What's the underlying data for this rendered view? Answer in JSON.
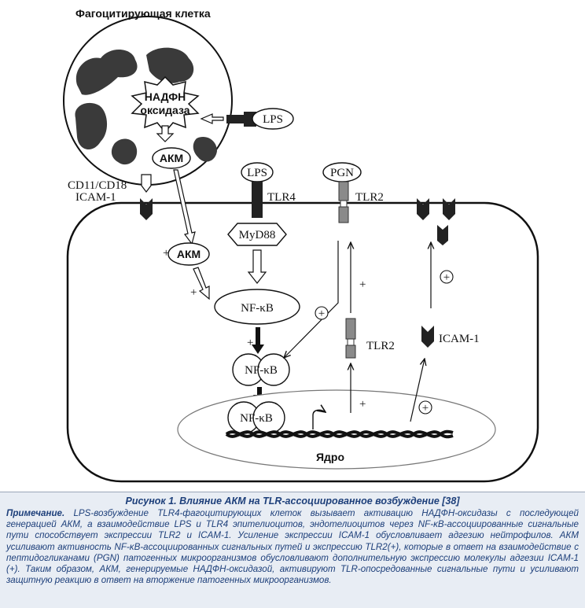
{
  "figure": {
    "phagocyte_title": "Фагоцитирующая клетка",
    "nadph_line1": "НАДФН",
    "nadph_line2": "оксидаза",
    "lps_phagocyte": "LPS",
    "akm_phagocyte": "АКМ",
    "cd11": "CD11/CD18",
    "icam_membrane": "ICAM-1",
    "lps_receptor": "LPS",
    "tlr4": "TLR4",
    "pgn": "PGN",
    "tlr2_membrane": "TLR2",
    "myd88": "MyD88",
    "akm_cell": "АКМ",
    "plus_akm": "+",
    "plus_akm_arrow": "+",
    "nfkb_1": "NF-κB",
    "plus_nfkb": "+",
    "nfkb_2": "NF-κB",
    "nfkb_3": "NF-κB",
    "plus_circle_left": "+",
    "plus_tlr2_up": "+",
    "plus_tlr2_lower": "+",
    "tlr2_cyto": "TLR2",
    "icam_cyto": "ICAM-1",
    "plus_circle_right_top": "+",
    "plus_circle_right_bottom": "+",
    "nucleus": "Ядро"
  },
  "caption": {
    "title": "Рисунок 1. Влияние АКМ на TLR-ассоциированное возбуждение [38]",
    "note_label": "Примечание.",
    "note_text": " LPS-возбуждение TLR4-фагоцитирующих клеток вызывает активацию НАДФН-оксидазы с последующей генерацией АКМ, а взаимодействие LPS и TLR4 эпителиоцитов, эндотелиоцитов через NF-κB-ассоциированные сигнальные пути способствует экспрессии TLR2 и ICAM-1. Усиление экспрессии ICAM-1 обусловливает адгезию нейтрофилов. АКМ усиливают активность NF-κB-ассоциированных сигнальных путей и экспрессию TLR2(+), которые в ответ на взаимодействие с пептидогликанами (PGN) патогенных микроорганизмов обусловливают дополнительную экспрессию молекулы адгезии ICAM-1 (+). Таким образом, АКМ, генерируемые НАДФН-оксидазой, активируют TLR-опосредованные сигнальные пути и усиливают защитную реакцию в ответ на вторжение патогенных микроорганизмов."
  },
  "colors": {
    "caption_text": "#1d3f7a",
    "background": "#e8edf4",
    "granule": "#3a3a3a",
    "receptor_grey": "#8a8a8a"
  }
}
